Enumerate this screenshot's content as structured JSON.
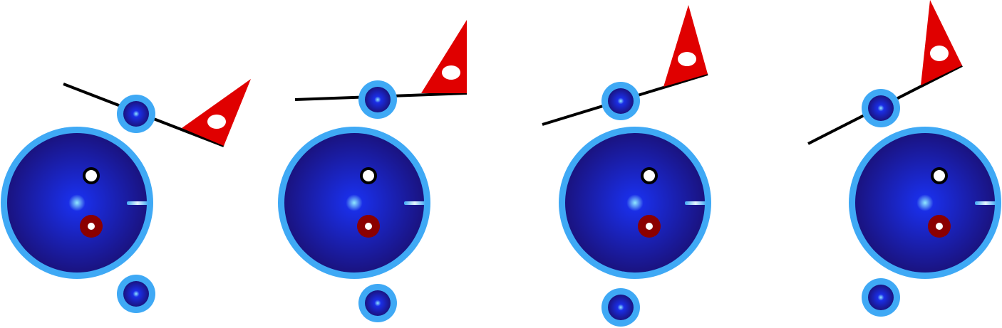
{
  "colors": {
    "ring": "#3fa9f5",
    "sphere_core": "#8fe8ff",
    "sphere_mid": "#1a2ee6",
    "sphere_edge": "#1a1380",
    "flag": "#e00000",
    "flag_dark": "#a80000",
    "rod": "#000000",
    "hole": "#ffffff",
    "pin_outline": "#000000",
    "pin_fill": "#ffffff",
    "bearing": "#8b0000",
    "bearing_center": "#ffffff"
  },
  "figures": [
    {
      "id": "stage-1"
    },
    {
      "id": "stage-2"
    },
    {
      "id": "stage-3"
    },
    {
      "id": "stage-4"
    }
  ]
}
